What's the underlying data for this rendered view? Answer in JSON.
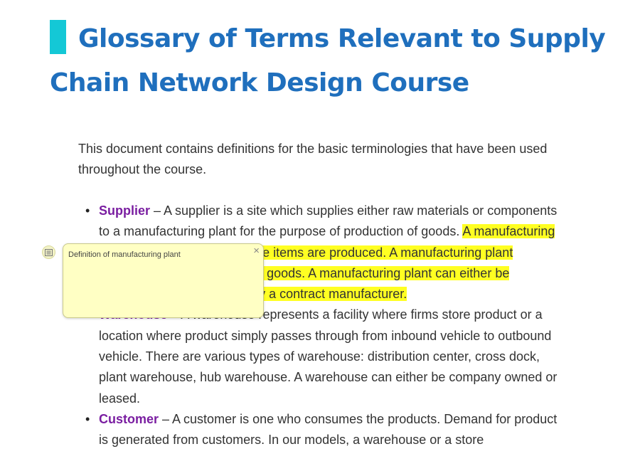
{
  "document": {
    "title": "Glossary of Terms Relevant to Supply Chain Network Design Course",
    "intro": "This document contains definitions for the basic terminologies that have been used throughout the course.",
    "terms": [
      {
        "name": "Supplier",
        "text_before": " – A supplier is a site which supplies either raw materials or components to a manufacturing plant for the purpose of production of goods. ",
        "text_highlighted": "A manufacturing plant is a type of facility where items are produced. A manufacturing plant basically acts as a source for goods. A manufacturing plant can either be company owned or owned by a contract manufacturer."
      },
      {
        "name": "Warehouse",
        "text": " – A warehouse represents a facility where firms store product or a location where product simply passes through from inbound vehicle to outbound vehicle. There are various types of warehouse: distribution center, cross dock, plant warehouse, hub warehouse. A warehouse can either be company owned or leased."
      },
      {
        "name": "Customer",
        "text": " – A customer is one who consumes the products. Demand for product is generated from customers. In our models, a warehouse or a store"
      }
    ]
  },
  "note": {
    "text": "Definition of manufacturing plant",
    "close_glyph": "×",
    "marker_icon": "note-lines-icon"
  },
  "colors": {
    "title": "#1f6fbd",
    "title_bar": "#14c8d6",
    "term_name": "#7a1ea1",
    "highlight": "#ffff22",
    "note_background": "#ffffc4"
  }
}
